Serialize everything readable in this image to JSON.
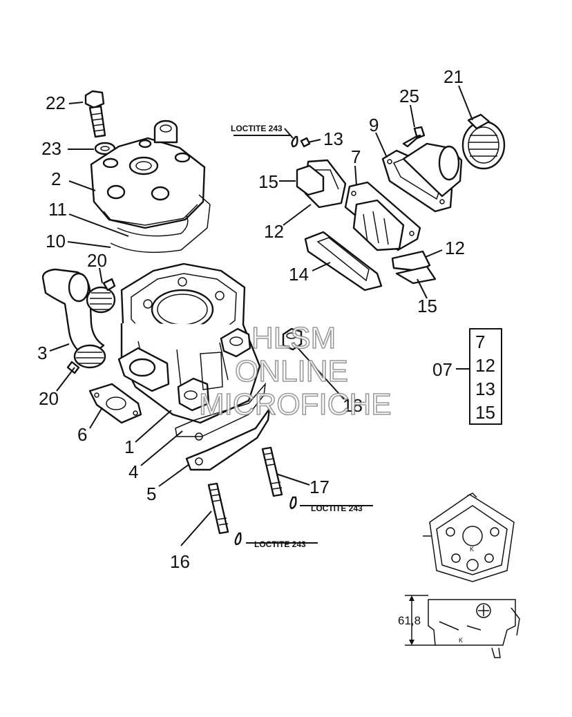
{
  "callouts": {
    "c22": "22",
    "c23": "23",
    "c2": "2",
    "c11": "11",
    "c10": "10",
    "c20a": "20",
    "c3": "3",
    "c20b": "20",
    "c6": "6",
    "c1": "1",
    "c4": "4",
    "c5": "5",
    "c16": "16",
    "c17": "17",
    "c18": "18",
    "c25": "25",
    "c21": "21",
    "c9": "9",
    "c13": "13",
    "c7": "7",
    "c15a": "15",
    "c12a": "12",
    "c12b": "12",
    "c14": "14",
    "c15b": "15",
    "c07": "07"
  },
  "loctite": {
    "a": "LOCTITE 243",
    "b": "LOCTITE 243",
    "c": "LOCTITE 243"
  },
  "kit_box": [
    "7",
    "12",
    "13",
    "15"
  ],
  "watermark": {
    "line1": "HLSM",
    "line2": "ONLINE",
    "line3": "MICROFICHE"
  },
  "inset": {
    "dimension": "61,8",
    "mark_top": "K",
    "mark_bottom": "K"
  }
}
